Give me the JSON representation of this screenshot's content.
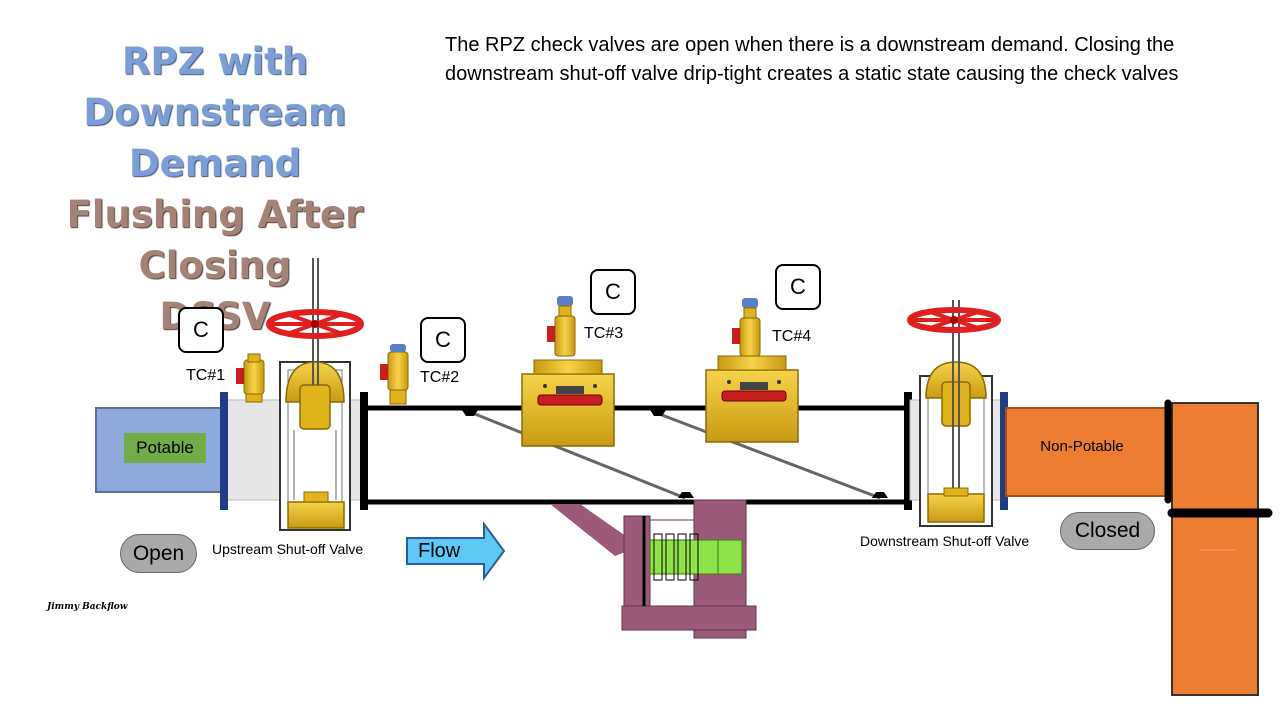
{
  "title": {
    "line1": "RPZ with",
    "line2": "Downstream Demand",
    "line3": "Flushing After Closing",
    "line4": "DSSV"
  },
  "description": "The RPZ check valves are open when there is a downstream demand. Closing the downstream shut-off valve drip-tight creates a static state causing the check valves",
  "labels": {
    "potable": "Potable",
    "non_potable": "Non-Potable",
    "upstream_valve": "Upstream Shut-off Valve",
    "downstream_valve": "Downstream Shut-off Valve",
    "flow": "Flow",
    "open": "Open",
    "closed": "Closed",
    "signature": "Jimmy Backflow"
  },
  "test_cocks": [
    {
      "tag": "TC#1",
      "state": "C"
    },
    {
      "tag": "TC#2",
      "state": "C"
    },
    {
      "tag": "TC#3",
      "state": "C"
    },
    {
      "tag": "TC#4",
      "state": "C"
    }
  ],
  "colors": {
    "potable_pipe": "#8ea9db",
    "potable_label_bg": "#70ad47",
    "non_potable_pipe": "#ed7d31",
    "valve_body": "#e0b31a",
    "handwheel": "#e02020",
    "relief_valve": "#9b5a7a",
    "flow_arrow": "#5bc8f5"
  }
}
